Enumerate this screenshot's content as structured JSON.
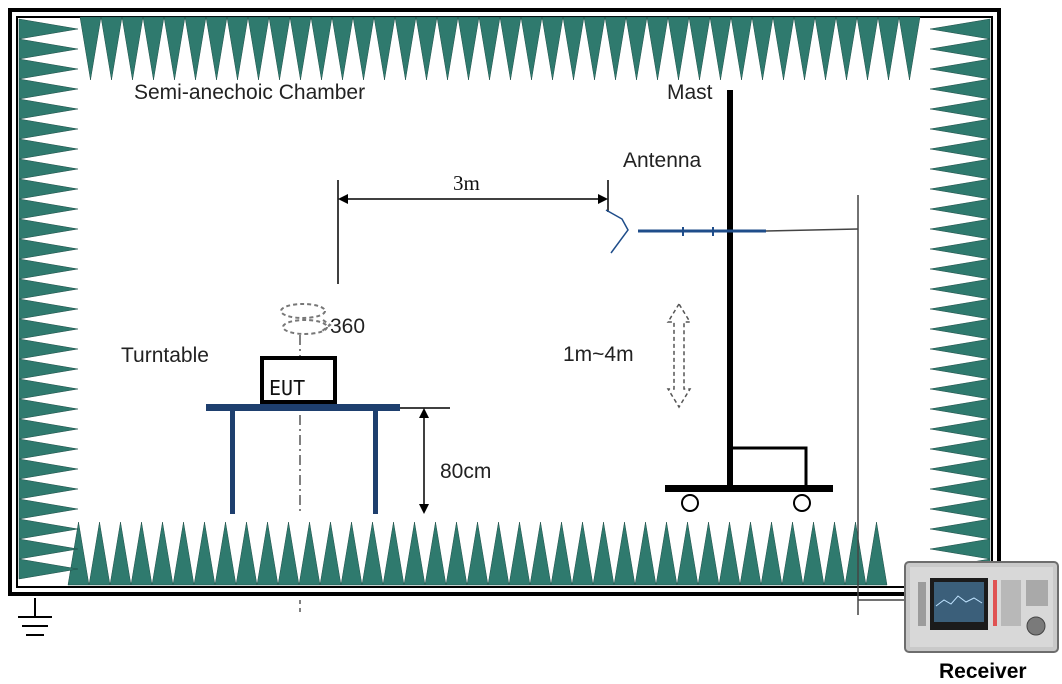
{
  "labels": {
    "chamber": "Semi-anechoic Chamber",
    "mast": "Mast",
    "antenna": "Antenna",
    "distance": "3m",
    "rotation": "360",
    "turntable": "Turntable",
    "eut": "EUT",
    "height_range": "1m~4m",
    "table_height": "80cm",
    "receiver": "Receiver"
  },
  "colors": {
    "absorber": "#2f7a6e",
    "table": "#1e3f6e",
    "frame": "#000000",
    "antenna": "#1f4d8a"
  },
  "icons": {
    "ground": "ground-symbol-icon",
    "receiver": "spectrum-receiver-icon",
    "rotation": "rotation-arrow-icon",
    "updown": "vertical-double-arrow-icon"
  }
}
